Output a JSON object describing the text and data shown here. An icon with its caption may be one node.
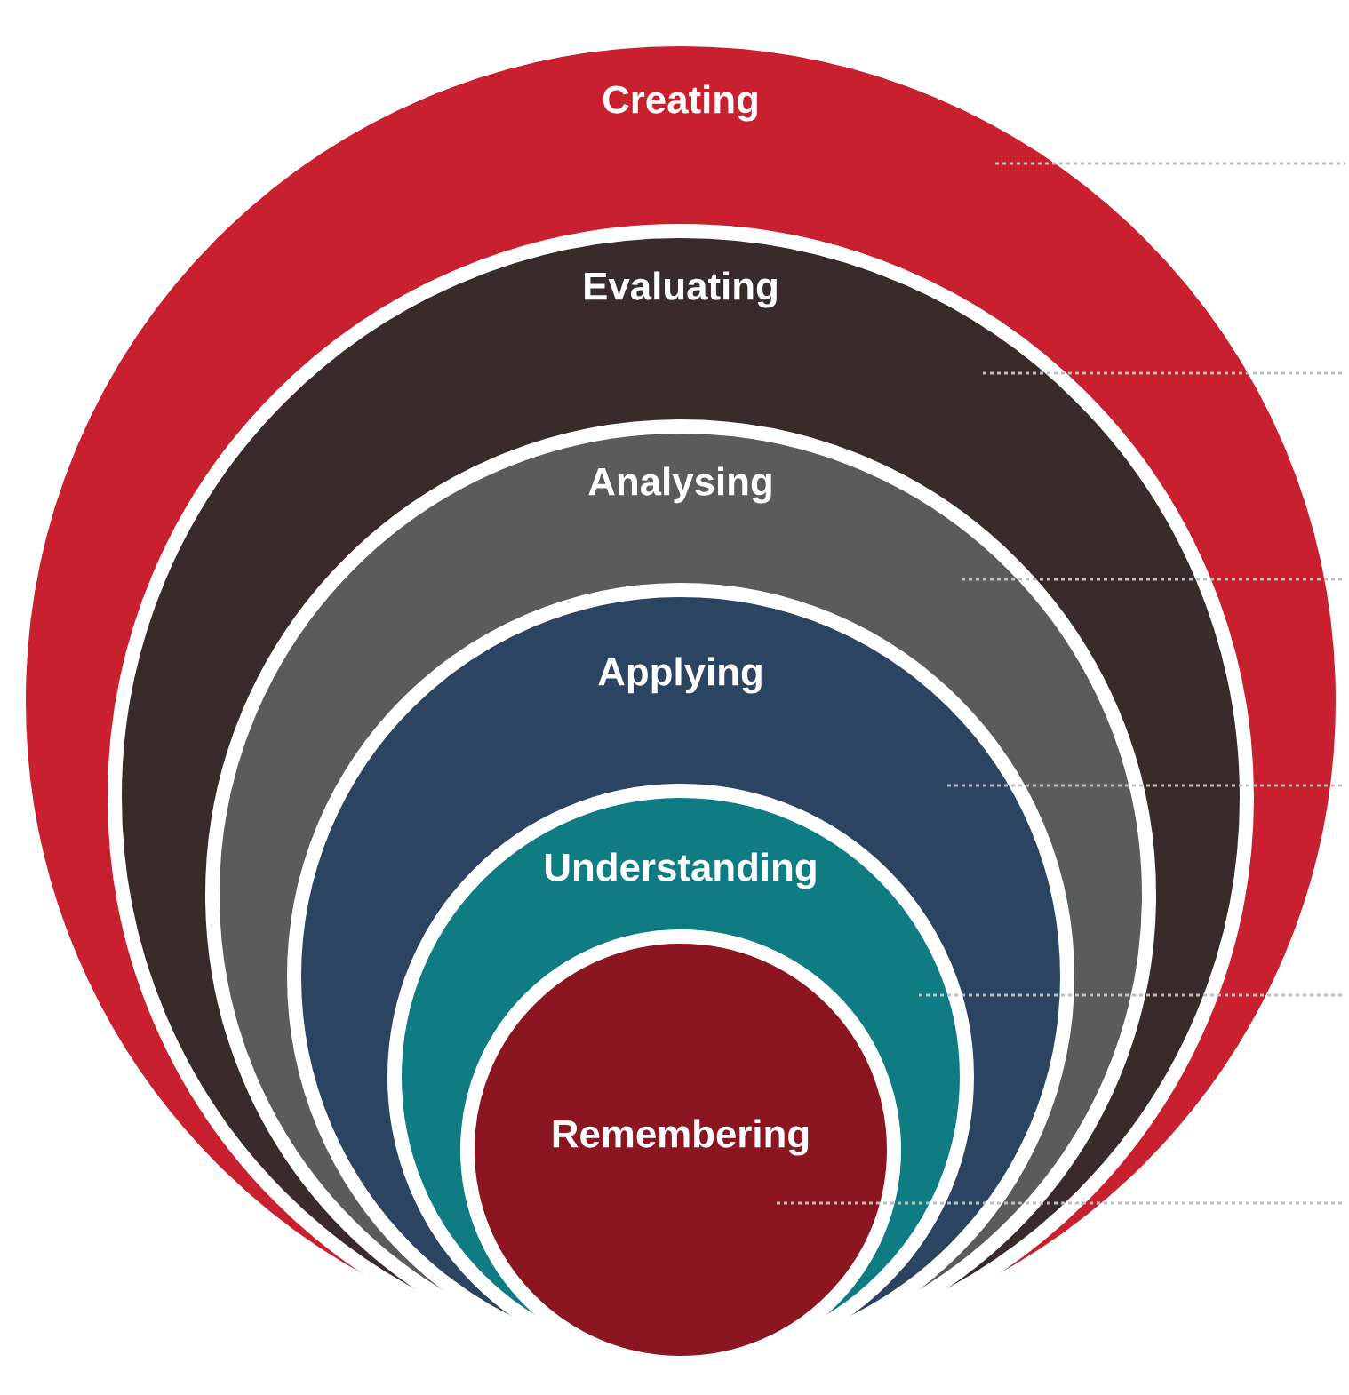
{
  "diagram": {
    "nodes": [
      {
        "text": [
          "Creating"
        ]
      },
      {
        "text": [
          "Evaluating"
        ],
        "in": 0
      },
      {
        "text": [
          "Analysing"
        ],
        "in": 1
      },
      {
        "text": [
          "Applying"
        ],
        "in": 2
      },
      {
        "text": [
          "Understanding"
        ],
        "in": 3
      },
      {
        "text": [
          "Remembering"
        ],
        "in": 4
      }
    ]
  }
}
